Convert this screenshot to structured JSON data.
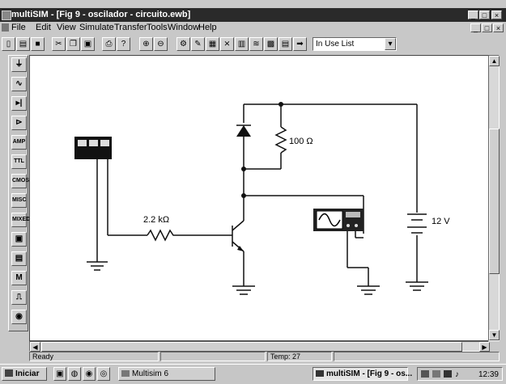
{
  "window": {
    "title": "multiSIM - [Fig 9 - oscilador - circuito.ewb]",
    "minimize": "_",
    "maximize": "□",
    "close": "×"
  },
  "menu": {
    "items": [
      "File",
      "Edit",
      "View",
      "Simulate",
      "Transfer",
      "Tools",
      "Window",
      "Help"
    ]
  },
  "toolbar": {
    "combo_value": "In Use List",
    "buttons": [
      "new-icon",
      "open-icon",
      "save-icon",
      "cut-icon",
      "copy-icon",
      "paste-icon",
      "print-icon",
      "help-icon",
      "zoom-in-icon",
      "zoom-out-icon",
      "component-icon",
      "probe-icon",
      "grapher-icon",
      "analysis-icon",
      "bom-icon",
      "postprocessor-icon",
      "database-icon",
      "netlist-icon",
      "transfer-icon"
    ]
  },
  "component_bins": [
    "sources",
    "basic",
    "diodes",
    "transistors",
    "analog",
    "ttl",
    "cmos",
    "misc-digital",
    "mixed",
    "indicators",
    "controls",
    "misc",
    "instruments",
    "rf"
  ],
  "circuit": {
    "resistor_base_label": "2.2 kΩ",
    "resistor_collector_label": "100 Ω",
    "battery_label": "12 V"
  },
  "status": {
    "left": "Ready",
    "temp": "Temp: 27"
  },
  "taskbar": {
    "start": "Iniciar",
    "multisim6": "Multisim 6",
    "active_task": "multiSIM - [Fig 9 - os...",
    "clock": "12:39"
  },
  "colors": {
    "titlebar": "#2a2a2a",
    "canvas": "#ffffff",
    "chrome": "#c8c8c8"
  }
}
